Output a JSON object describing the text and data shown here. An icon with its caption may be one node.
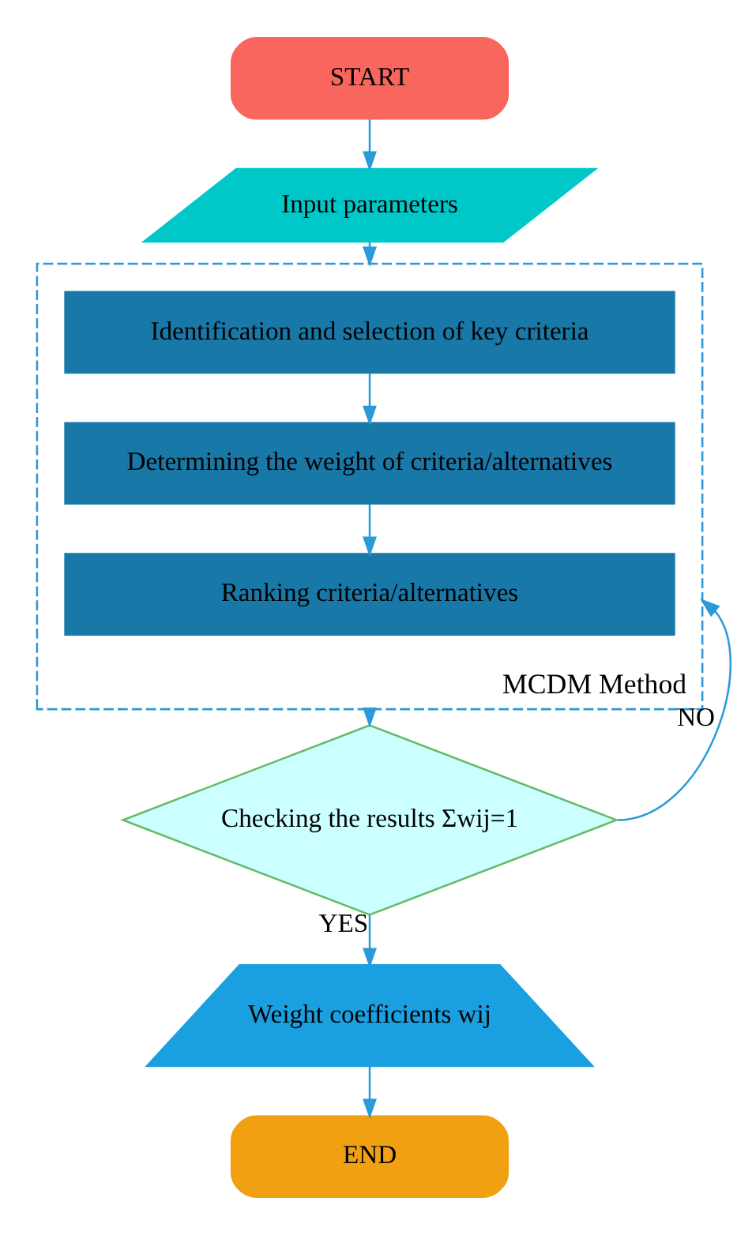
{
  "diagram": {
    "nodes": [
      {
        "text": [
          "START"
        ]
      },
      {
        "text": [
          "Input parameters"
        ]
      },
      {
        "text": [
          "MCDM Method"
        ]
      },
      {
        "text": [
          "Identification and selection of key criteria"
        ],
        "in": 2
      },
      {
        "text": [
          "Determining the weight of criteria/alternatives"
        ],
        "in": 2
      },
      {
        "text": [
          "Ranking criteria/alternatives"
        ],
        "in": 2
      },
      {
        "text": [
          "Checking the results Σwij=1"
        ]
      },
      {
        "text": [
          "Weight coefficients wij"
        ]
      },
      {
        "text": [
          "END"
        ]
      }
    ],
    "edges": [
      {
        "from": 0,
        "to": 1,
        "arrow": "to"
      },
      {
        "from": 1,
        "to": 2,
        "arrow": "to"
      },
      {
        "from": 3,
        "to": 4,
        "arrow": "to"
      },
      {
        "from": 4,
        "to": 5,
        "arrow": "to"
      },
      {
        "from": 2,
        "to": 6,
        "arrow": "to"
      },
      {
        "from": 6,
        "to": 2,
        "arrow": "to",
        "label": "NO"
      },
      {
        "from": 6,
        "to": 7,
        "arrow": "to",
        "label": "YES"
      },
      {
        "from": 7,
        "to": 8,
        "arrow": "to"
      }
    ]
  }
}
